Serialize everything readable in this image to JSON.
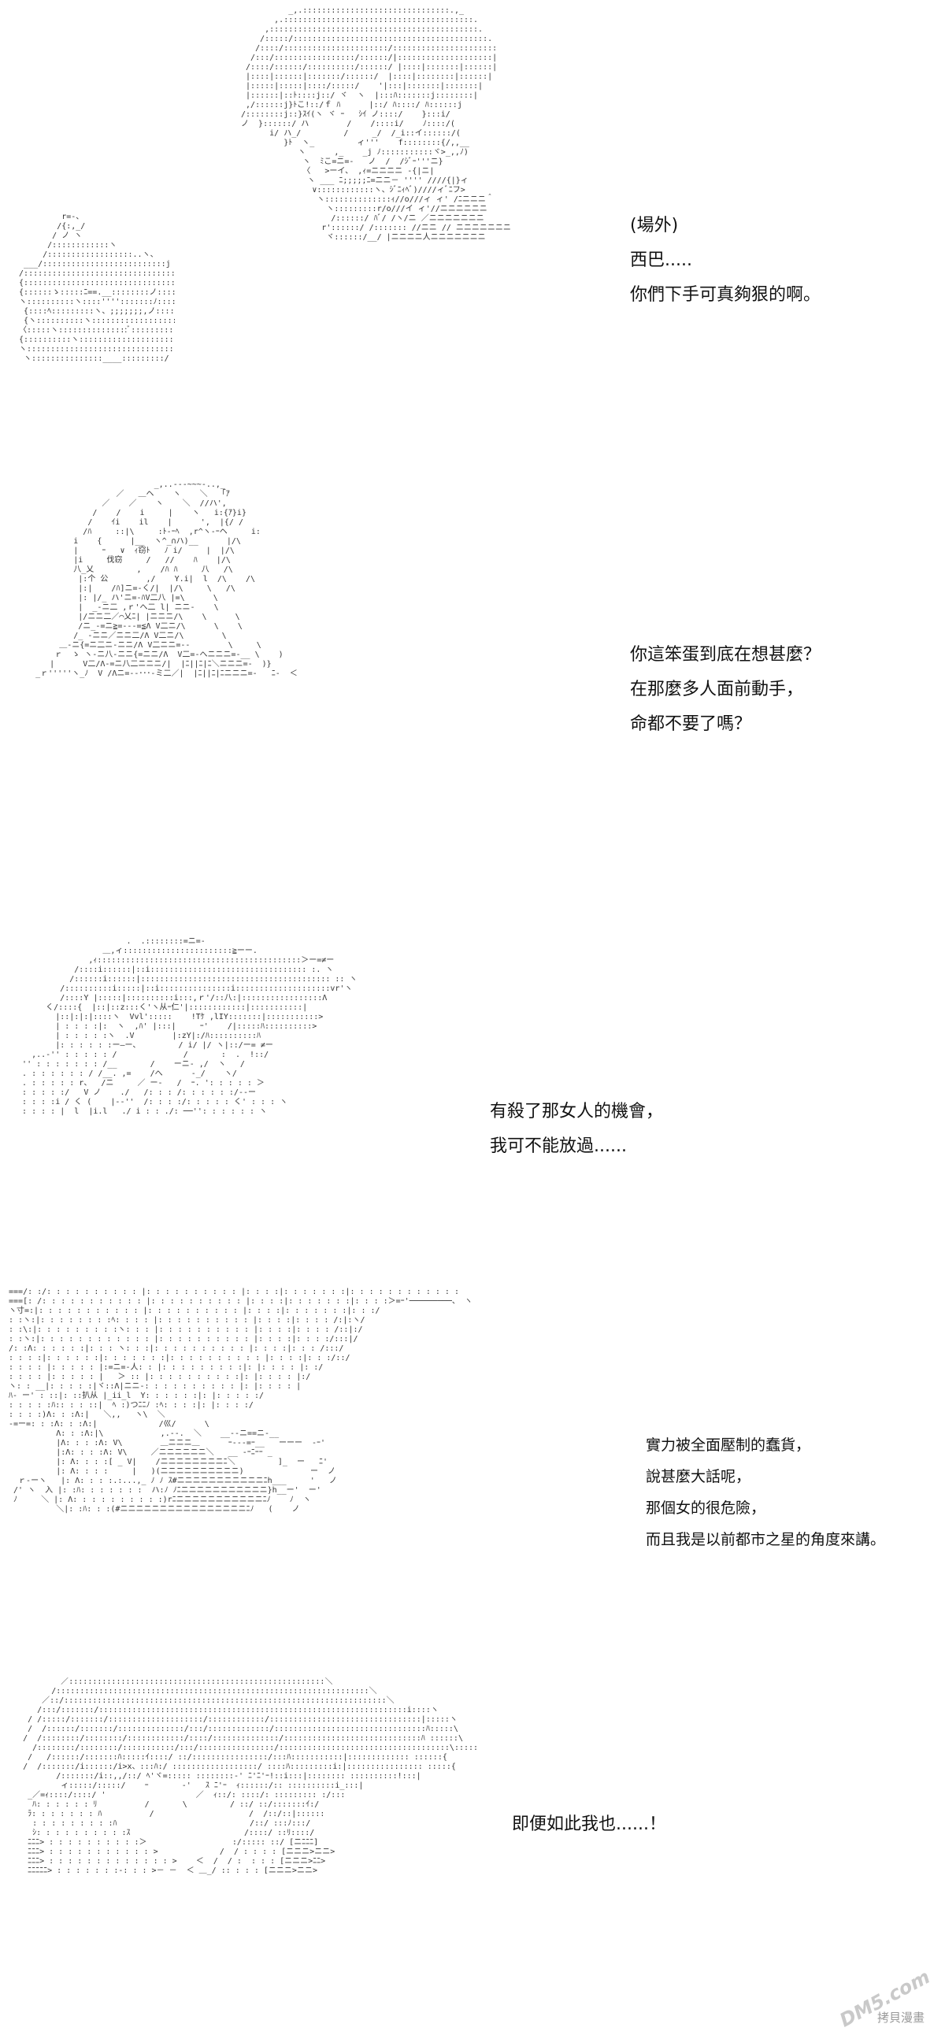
{
  "panels": [
    {
      "id": "panel-1",
      "dialog": [
        "(場外)",
        "西巴.....",
        "你們下手可真夠狠的啊。"
      ]
    },
    {
      "id": "panel-2",
      "dialog": [
        "你這笨蛋到底在想甚麼？",
        "在那麼多人面前動手，",
        "命都不要了嗎？"
      ]
    },
    {
      "id": "panel-3",
      "dialog": [
        "有殺了那女人的機會，",
        "我可不能放過......"
      ]
    },
    {
      "id": "panel-4",
      "dialog": [
        "實力被全面壓制的蠢貨，",
        "說甚麼大話呢，",
        "那個女的很危險，",
        "而且我是以前都市之星的角度來講。"
      ]
    },
    {
      "id": "panel-5",
      "dialog": [
        "即便如此我也......！"
      ]
    }
  ],
  "watermark": {
    "logo": "DM5.com",
    "caption": "拷貝漫畫"
  }
}
